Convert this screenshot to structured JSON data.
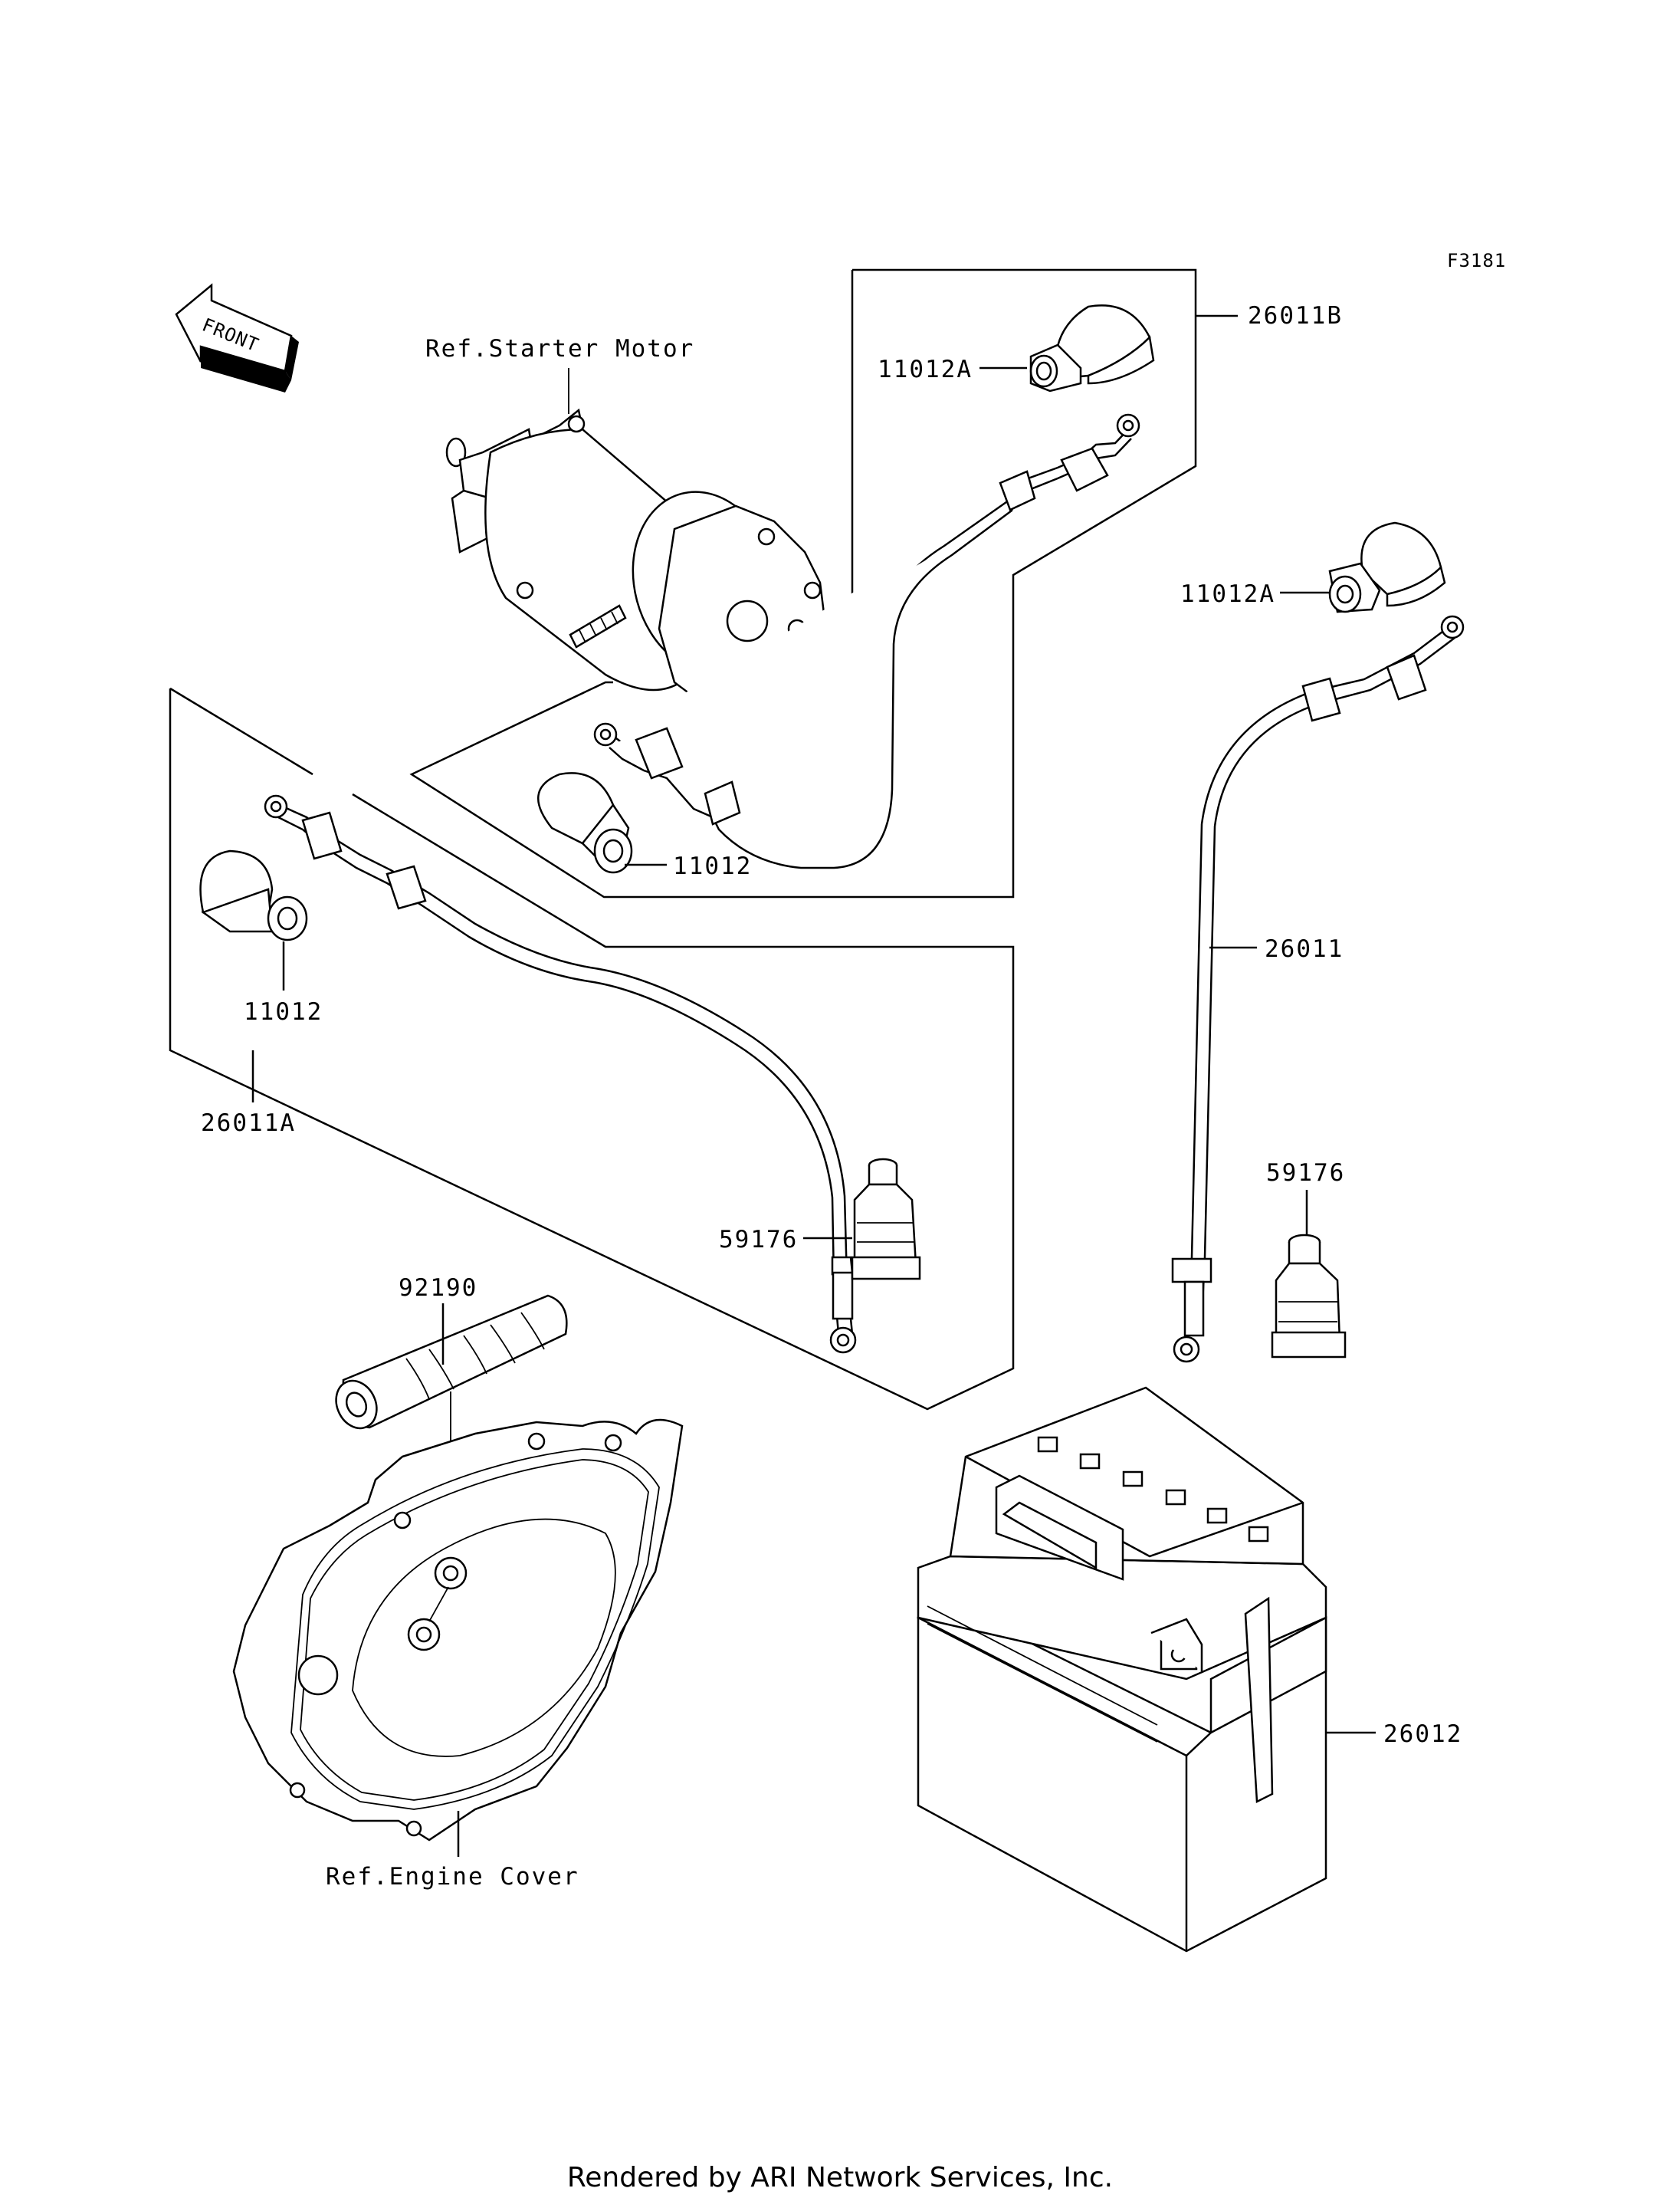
{
  "figure_code": "F3181",
  "front_arrow": "FRONT",
  "refs": {
    "starter_motor": "Ref.Starter Motor",
    "engine_cover": "Ref.Engine Cover"
  },
  "parts": {
    "p26011B": "26011B",
    "p11012A_top": "11012A",
    "p11012A_right": "11012A",
    "p11012_mid": "11012",
    "p11012_left": "11012",
    "p26011": "26011",
    "p26011A": "26011A",
    "p59176_left": "59176",
    "p59176_right": "59176",
    "p92190": "92190",
    "p26012": "26012"
  },
  "footer": "Rendered by ARI Network Services, Inc."
}
